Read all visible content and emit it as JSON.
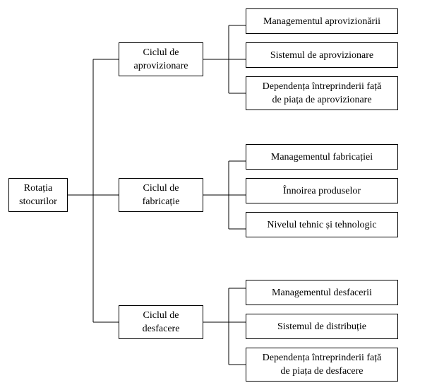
{
  "root": {
    "label": "Rotația\nstocurilor"
  },
  "cycles": [
    {
      "label": "Ciclul de\naprovizionare",
      "items": [
        "Managementul aprovizionării",
        "Sistemul de aprovizionare",
        "Dependența întreprinderii față\nde piața de aprovizionare"
      ]
    },
    {
      "label": "Ciclul de\nfabricație",
      "items": [
        "Managementul fabricației",
        "Înnoirea produselor",
        "Nivelul tehnic și tehnologic"
      ]
    },
    {
      "label": "Ciclul de\ndesfacere",
      "items": [
        "Managementul desfacerii",
        "Sistemul de distribuție",
        "Dependența întreprinderii față\nde piața de desfacere"
      ]
    }
  ]
}
